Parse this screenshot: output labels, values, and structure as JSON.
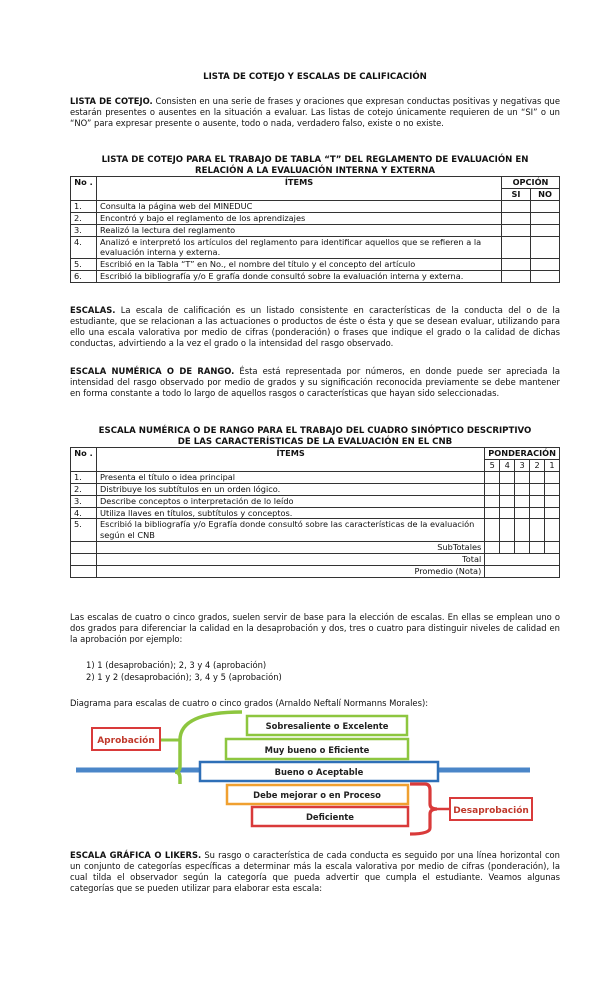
{
  "title": "LISTA DE COTEJO Y ESCALAS DE CALIFICACIÓN",
  "intro": {
    "heading": "LISTA DE COTEJO.",
    "text": "Consisten en una serie de frases y oraciones que expresan conductas positivas y negativas que estarán presentes o ausentes en la situación a evaluar. Las listas de cotejo únicamente requieren de un “SI” o un “NO” para expresar presente o ausente, todo o nada, verdadero falso, existe o no existe."
  },
  "checklist": {
    "title_line1": "LISTA DE COTEJO PARA EL TRABAJO DE TABLA “T” DEL REGLAMENTO DE EVALUACIÓN EN",
    "title_line2": "RELACIÓN A LA EVALUACIÓN INTERNA Y EXTERNA",
    "col_no": "No .",
    "col_items": "ÍTEMS",
    "col_option": "OPCIÓN",
    "col_si": "SI",
    "col_no_opt": "NO",
    "rows": [
      {
        "no": "1.",
        "item": "Consulta la página web del MINEDUC"
      },
      {
        "no": "2.",
        "item": "Encontró y bajo el reglamento de los aprendizajes"
      },
      {
        "no": "3.",
        "item": "Realizó la lectura del reglamento"
      },
      {
        "no": "4.",
        "item": "Analizó e interpretó los artículos del reglamento para identificar aquellos que se refieren a la evaluación interna y externa."
      },
      {
        "no": "5.",
        "item": "Escribió en la Tabla “T” en No., el nombre del título y el concepto del artículo"
      },
      {
        "no": "6.",
        "item": "Escribió la bibliografía y/o E grafía donde consultó sobre la evaluación interna y externa."
      }
    ]
  },
  "escalas": {
    "heading": "ESCALAS.",
    "text": "La escala de calificación es un listado consistente en características de la conducta del o de la estudiante, que se relacionan a las actuaciones o productos de éste o ésta y que se desean evaluar, utilizando para ello una escala valorativa por medio de cifras (ponderación) o frases que indique el grado o la calidad de dichas conductas, advirtiendo a la vez el grado o la intensidad del rasgo observado."
  },
  "numerica": {
    "heading": "ESCALA NUMÉRICA O DE RANGO.",
    "text": "Ésta está representada por números, en donde puede ser apreciada la intensidad del rasgo observado por medio de grados y su significación reconocida previamente se debe mantener en forma constante a todo lo largo de aquellos rasgos o características que hayan sido seleccionadas."
  },
  "range_table": {
    "title_line1": "ESCALA NUMÉRICA O DE RANGO PARA EL TRABAJO DEL CUADRO SINÓPTICO DESCRIPTIVO",
    "title_line2": "DE LAS CARACTERÍSTICAS DE LA EVALUACIÓN EN EL CNB",
    "col_no": "No .",
    "col_items": "ÍTEMS",
    "col_pond": "PONDERACIÓN",
    "grades": [
      "5",
      "4",
      "3",
      "2",
      "1"
    ],
    "rows": [
      {
        "no": "1.",
        "item": "Presenta el título o idea principal"
      },
      {
        "no": "2.",
        "item": "Distribuye los subtítulos en un orden lógico."
      },
      {
        "no": "3.",
        "item": "Describe conceptos o interpretación de lo leído"
      },
      {
        "no": "4.",
        "item": "Utiliza llaves en títulos, subtítulos y conceptos."
      },
      {
        "no": "5.",
        "item": "Escribió la bibliografía y/o Egrafía donde consultó sobre las características de la evaluación según el CNB"
      }
    ],
    "subtotales": "SubTotales",
    "total": "Total",
    "promedio": "Promedio (Nota)"
  },
  "grados": {
    "text": "Las escalas de cuatro o cinco grados, suelen servir de base para la elección de escalas. En ellas se emplean uno o dos grados para diferenciar la calidad en la desaprobación y dos, tres o cuatro para distinguir niveles de calidad en la aprobación por ejemplo:",
    "items": [
      "1) 1 (desaprobación); 2, 3 y 4 (aprobación)",
      "2) 1 y 2 (desaprobación); 3, 4 y 5 (aprobación)"
    ]
  },
  "diagram": {
    "caption": "Diagrama para escalas de cuatro o cinco grados (Arnaldo Neftalí Normanns Morales):",
    "aprobacion": "Aprobación",
    "desaprobacion": "Desaprobación",
    "levels": [
      "Sobresaliente o Excelente",
      "Muy bueno o Eficiente",
      "Bueno o Aceptable",
      "Debe mejorar o en Proceso",
      "Deficiente"
    ],
    "colors": {
      "green": "#8dc63f",
      "blue": "#2e6fb7",
      "orange": "#f0a030",
      "red": "#d93a3a",
      "line": "#4a86c8"
    }
  },
  "grafica": {
    "heading": "ESCALA GRÁFICA O LIKERS.",
    "text": "Su rasgo o característica de cada conducta es seguido por una línea horizontal con un conjunto de categorías específicas a determinar más la escala valorativa por medio de cifras (ponderación), la cual tilda el observador según la categoría que pueda advertir que cumpla el estudiante. Veamos algunas categorías que se pueden utilizar para elaborar esta escala:"
  }
}
